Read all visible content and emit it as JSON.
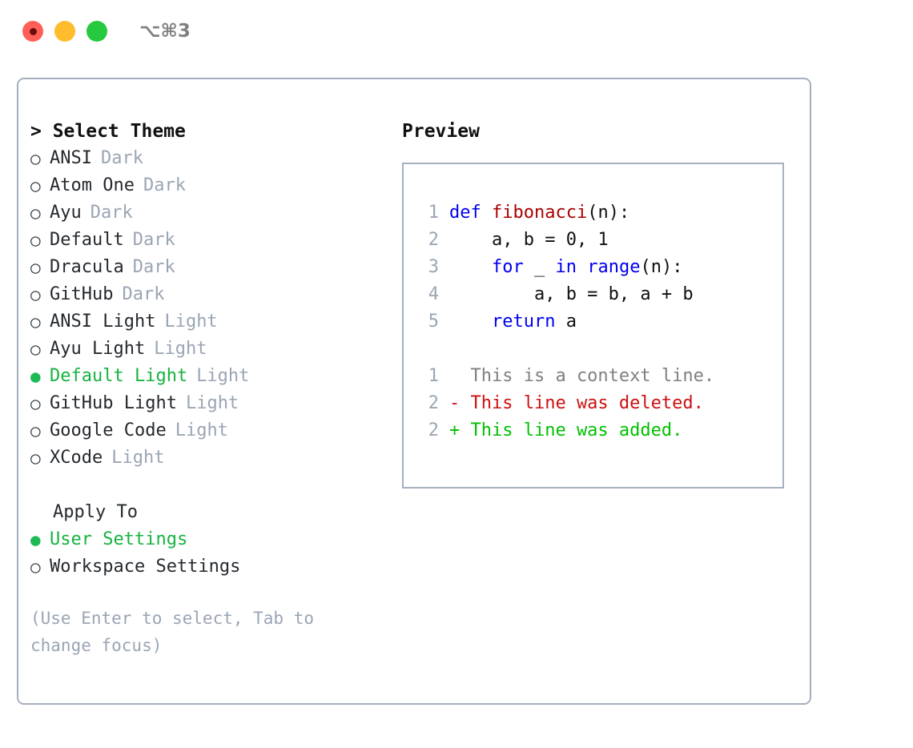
{
  "window": {
    "shortcut": "⌥⌘3",
    "traffic_lights": [
      {
        "name": "close",
        "color": "#ff5f57"
      },
      {
        "name": "minimize",
        "color": "#ffbd2e"
      },
      {
        "name": "maximize",
        "color": "#27c93f"
      }
    ]
  },
  "theme_panel": {
    "header": "> Select Theme",
    "selected_bullet": "●",
    "unselected_bullet": "○",
    "items": [
      {
        "bullet": "○",
        "name": "ANSI",
        "kind": "Dark",
        "selected": false
      },
      {
        "bullet": "○",
        "name": "Atom One",
        "kind": "Dark",
        "selected": false
      },
      {
        "bullet": "○",
        "name": "Ayu",
        "kind": "Dark",
        "selected": false
      },
      {
        "bullet": "○",
        "name": "Default",
        "kind": "Dark",
        "selected": false
      },
      {
        "bullet": "○",
        "name": "Dracula",
        "kind": "Dark",
        "selected": false
      },
      {
        "bullet": "○",
        "name": "GitHub",
        "kind": "Dark",
        "selected": false
      },
      {
        "bullet": "○",
        "name": "ANSI Light",
        "kind": "Light",
        "selected": false
      },
      {
        "bullet": "○",
        "name": "Ayu Light",
        "kind": "Light",
        "selected": false
      },
      {
        "bullet": "●",
        "name": "Default Light",
        "kind": "Light",
        "selected": true
      },
      {
        "bullet": "○",
        "name": "GitHub Light",
        "kind": "Light",
        "selected": false
      },
      {
        "bullet": "○",
        "name": "Google Code",
        "kind": "Light",
        "selected": false
      },
      {
        "bullet": "○",
        "name": "XCode",
        "kind": "Light",
        "selected": false
      }
    ]
  },
  "apply_to": {
    "header": "Apply To",
    "options": [
      {
        "bullet": "●",
        "label": "User Settings",
        "selected": true
      },
      {
        "bullet": "○",
        "label": "Workspace Settings",
        "selected": false
      }
    ]
  },
  "hint": "(Use Enter to select, Tab to change focus)",
  "preview": {
    "label": "Preview",
    "code_lines": [
      {
        "number": "1",
        "tokens": [
          {
            "text": "def ",
            "style": "kw"
          },
          {
            "text": "fibonacci",
            "style": "fn"
          },
          {
            "text": "(n):",
            "style": "plain"
          }
        ]
      },
      {
        "number": "2",
        "tokens": [
          {
            "text": "    a, b = 0, 1",
            "style": "plain"
          }
        ]
      },
      {
        "number": "3",
        "tokens": [
          {
            "text": "    ",
            "style": "plain"
          },
          {
            "text": "for",
            "style": "kw"
          },
          {
            "text": " _ ",
            "style": "plain"
          },
          {
            "text": "in",
            "style": "kw"
          },
          {
            "text": " ",
            "style": "plain"
          },
          {
            "text": "range",
            "style": "kw"
          },
          {
            "text": "(n):",
            "style": "plain"
          }
        ]
      },
      {
        "number": "4",
        "tokens": [
          {
            "text": "        a, b = b, a + b",
            "style": "plain"
          }
        ]
      },
      {
        "number": "5",
        "tokens": [
          {
            "text": "    ",
            "style": "plain"
          },
          {
            "text": "return",
            "style": "kw"
          },
          {
            "text": " a",
            "style": "plain"
          }
        ]
      }
    ],
    "diff_lines": [
      {
        "number": "1",
        "marker": " ",
        "text": "  This is a context line.",
        "style": "ctx"
      },
      {
        "number": "2",
        "marker": "-",
        "text": "- This line was deleted.",
        "style": "del"
      },
      {
        "number": "2",
        "marker": "+",
        "text": "+ This line was added.",
        "style": "add"
      }
    ]
  },
  "colors": {
    "accent_green": "#16b33f",
    "muted": "#9aa5b4",
    "border": "#a6b0bf",
    "keyword_blue": "#0000ee",
    "function_red": "#aa0000",
    "diff_delete": "#cc1111",
    "diff_add": "#00c000"
  }
}
